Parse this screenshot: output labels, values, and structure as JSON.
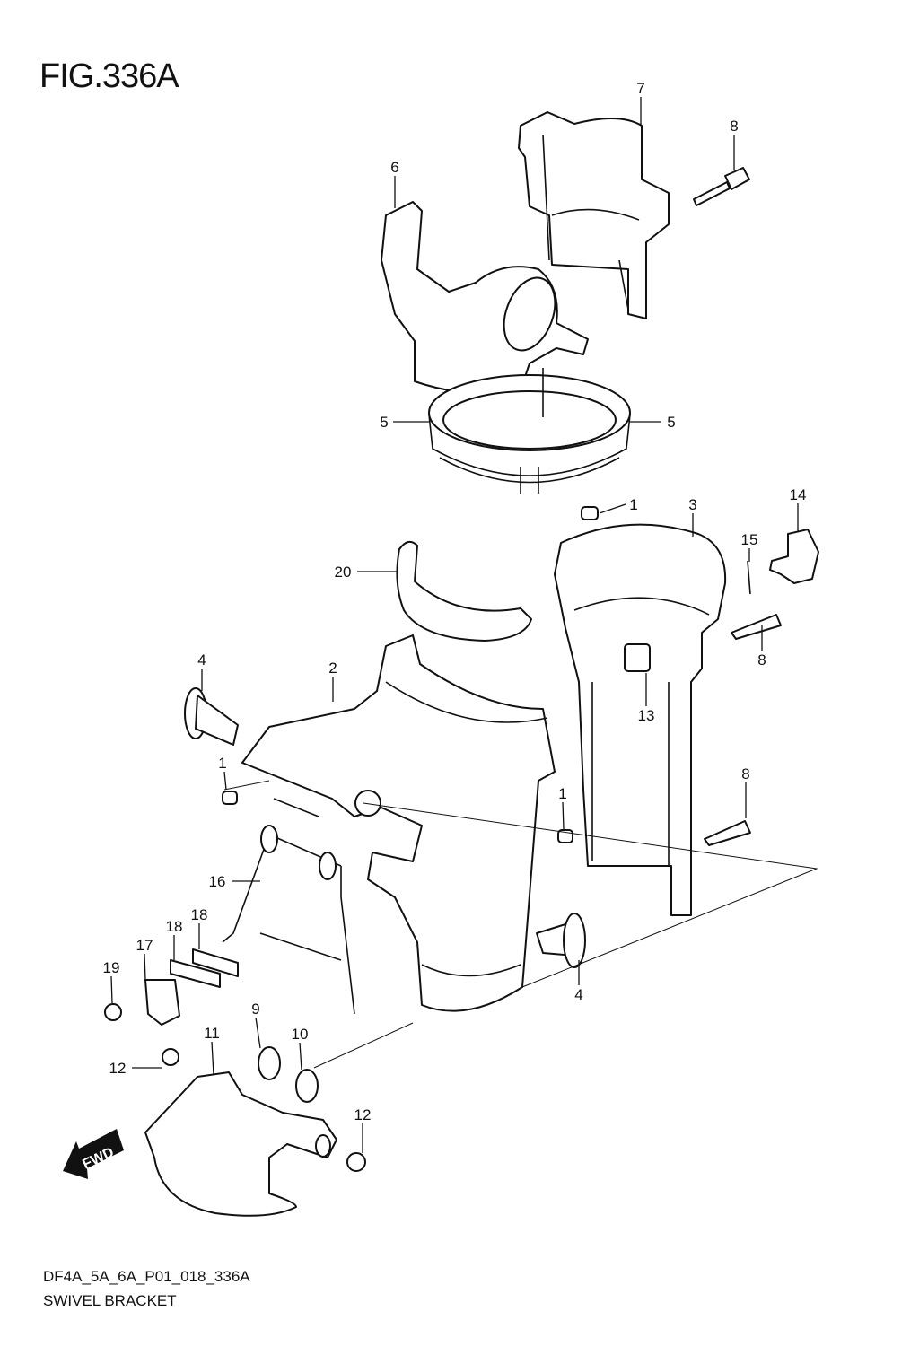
{
  "figure": {
    "title": "FIG.336A",
    "code": "DF4A_5A_6A_P01_018_336A",
    "caption": "SWIVEL BRACKET"
  },
  "fwd_label": "FWD",
  "callouts": [
    "7",
    "8",
    "6",
    "5",
    "5",
    "1",
    "3",
    "14",
    "15",
    "20",
    "8",
    "4",
    "2",
    "13",
    "1",
    "8",
    "1",
    "16",
    "18",
    "18",
    "17",
    "19",
    "4",
    "9",
    "10",
    "11",
    "12",
    "12"
  ]
}
